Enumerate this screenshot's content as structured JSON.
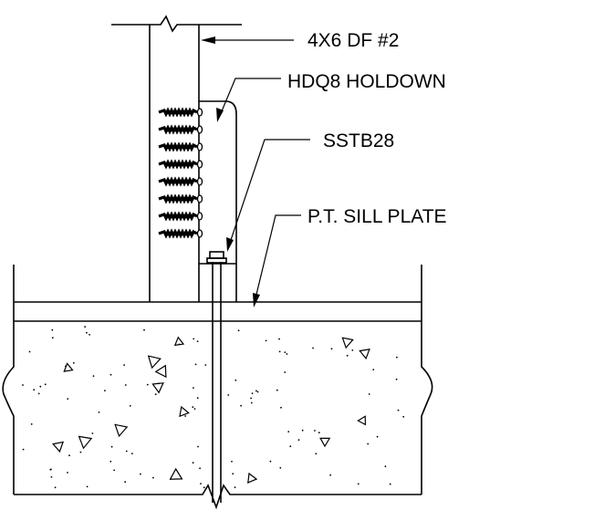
{
  "labels": {
    "post": "4X6 DF #2",
    "holdown": "HDQ8 HOLDOWN",
    "strap_tie": "SSTB28",
    "sill_plate": "P.T. SILL PLATE"
  },
  "screw_count": 8,
  "colors": {
    "line": "#000000",
    "background": "#ffffff"
  }
}
